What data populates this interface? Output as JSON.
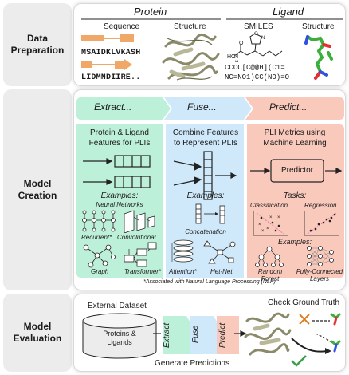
{
  "rows": {
    "data_prep": "Data\nPreparation",
    "model_creation": "Model\nCreation",
    "model_eval": "Model\nEvaluation"
  },
  "data_prep": {
    "protein_header": "Protein",
    "ligand_header": "Ligand",
    "sequence_label": "Sequence",
    "structure_label": "Structure",
    "smiles_label": "SMILES",
    "ligand_structure_label": "Structure",
    "seq_line1": "MSAIDKLVKASH",
    "seq_line2": "LIDMNDIIRE..",
    "smiles_line1": "CCCC[C@@H](C1=",
    "smiles_line2": "NC=NO1)CC(NO)=O",
    "molecule_atom_labels": [
      "HO",
      "N",
      "H",
      "O",
      "O",
      "N"
    ]
  },
  "creation": {
    "extract_header": "Extract...",
    "fuse_header": "Fuse...",
    "predict_header": "Predict...",
    "extract_title": "Protein & Ligand\nFeatures for PLIs",
    "fuse_title": "Combine Features\nto Represent PLIs",
    "predict_title": "PLI Metrics using\nMachine Learning",
    "extract_examples": "Examples:",
    "extract_sub": "Neural Networks",
    "recurrent": "Recurrent*",
    "convolutional": "Convolutional",
    "graph": "Graph",
    "transformer": "Transformer*",
    "fuse_examples": "Examples:",
    "concatenation": "Concatenation",
    "attention": "Attention*",
    "hetnet": "Het-Net",
    "predictor": "Predictor",
    "tasks": "Tasks:",
    "classification": "Classification",
    "regression": "Regression",
    "predict_examples": "Examples:",
    "random_forest": "Random\nForest",
    "fc_layers": "Fully-Connected\nLayers",
    "footnote": "*Associated with Natural Language Processing (NLP)"
  },
  "evaluation": {
    "external_dataset": "External Dataset",
    "db_label": "Proteins &\nLigands",
    "extract": "Extract",
    "fuse": "Fuse",
    "predict": "Predict",
    "generate": "Generate Predictions",
    "check": "Check Ground Truth"
  },
  "colors": {
    "extract_bg": "#bdf0d8",
    "fuse_bg": "#cfe9fb",
    "predict_bg": "#f9c9bc",
    "seq_bar": "#f0a868",
    "check_green": "#3aa04a",
    "cross_orange": "#e07a1a"
  }
}
